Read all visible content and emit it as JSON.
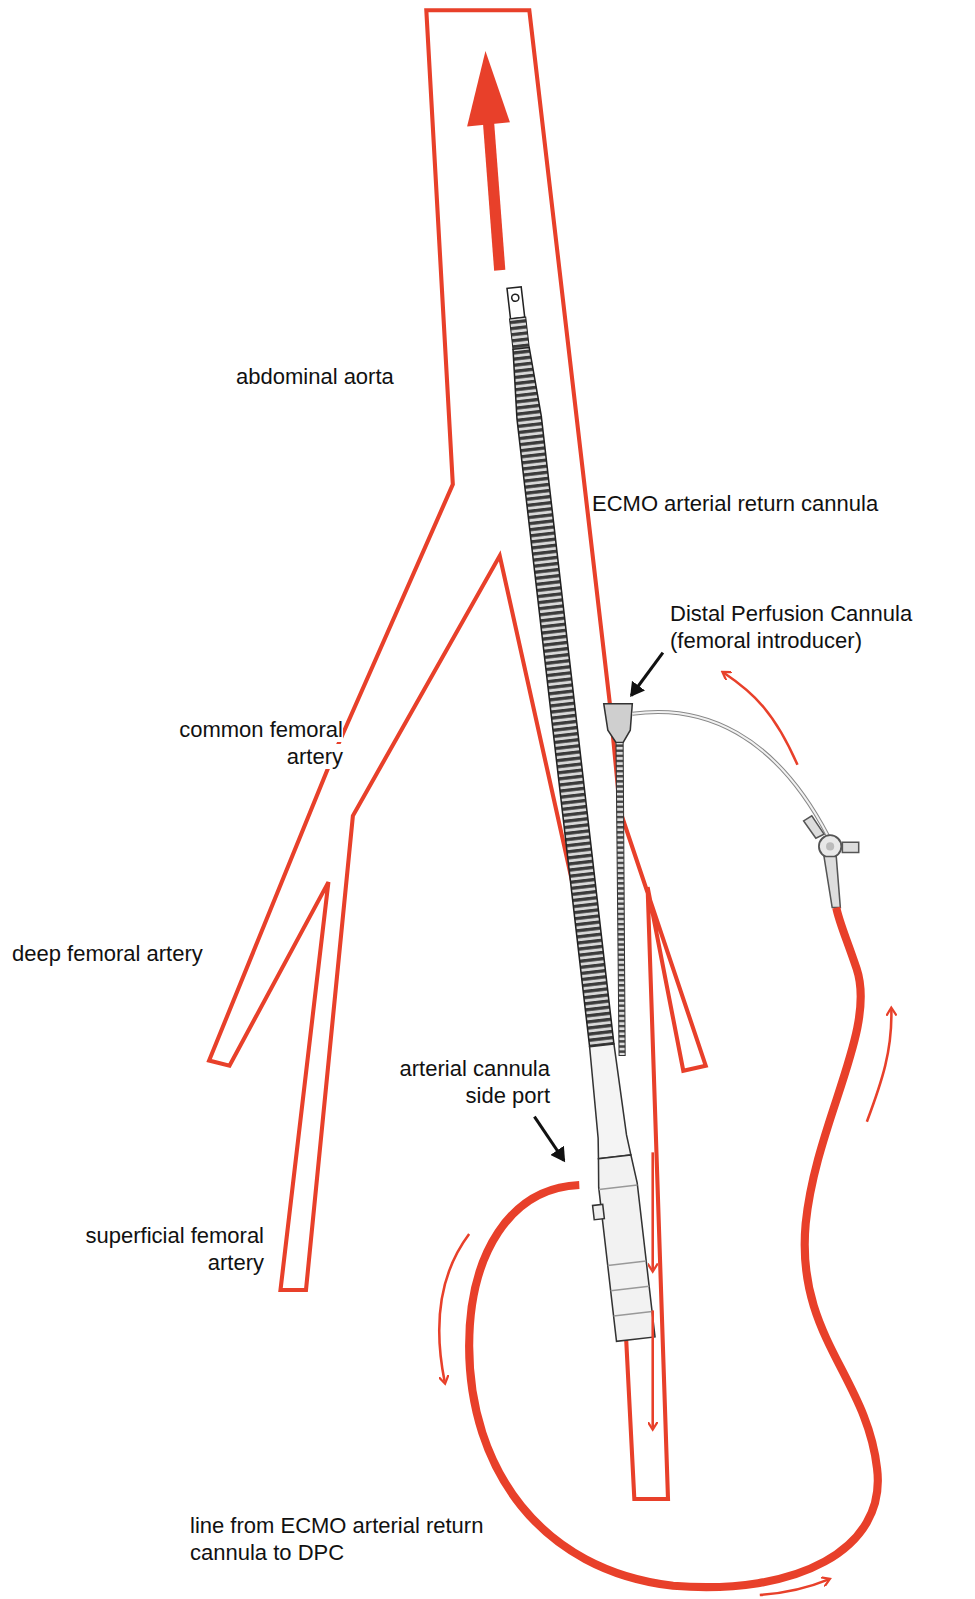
{
  "diagram": {
    "labels": [
      "abdominal aorta",
      "ECMO arterial return cannula",
      "Distal Perfusion Cannula (femoral introducer)",
      "common femoral artery",
      "deep femoral artery",
      "arterial cannula side port",
      "superficial femoral artery",
      "line from ECMO arterial return cannula to DPC"
    ]
  }
}
